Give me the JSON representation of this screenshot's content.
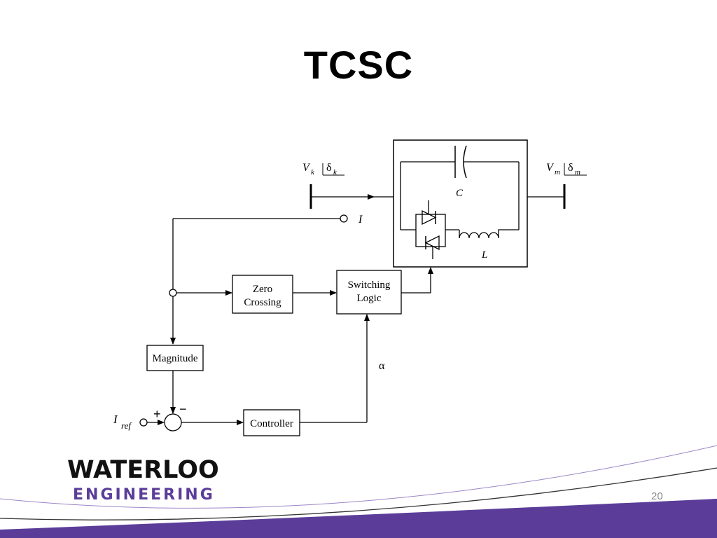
{
  "slide": {
    "title": "TCSC",
    "page_number": "20"
  },
  "logo": {
    "line1": "WATERLOO",
    "line2": "ENGINEERING"
  },
  "diagram": {
    "blocks": {
      "zero_crossing": [
        "Zero",
        "Crossing"
      ],
      "switching_logic": [
        "Switching",
        "Logic"
      ],
      "magnitude": "Magnitude",
      "controller": "Controller"
    },
    "labels": {
      "vk": "V",
      "vk_sub": "k",
      "delta_k": "δ",
      "delta_k_sub": "k",
      "vm": "V",
      "vm_sub": "m",
      "delta_m": "δ",
      "delta_m_sub": "m",
      "capacitor": "C",
      "inductor": "L",
      "current": "I",
      "iref": "I",
      "iref_sub": "ref",
      "alpha": "α",
      "plus": "+",
      "minus": "−"
    }
  },
  "colors": {
    "brand_purple": "#5b3d99",
    "footer_band": "#5b3d99"
  }
}
